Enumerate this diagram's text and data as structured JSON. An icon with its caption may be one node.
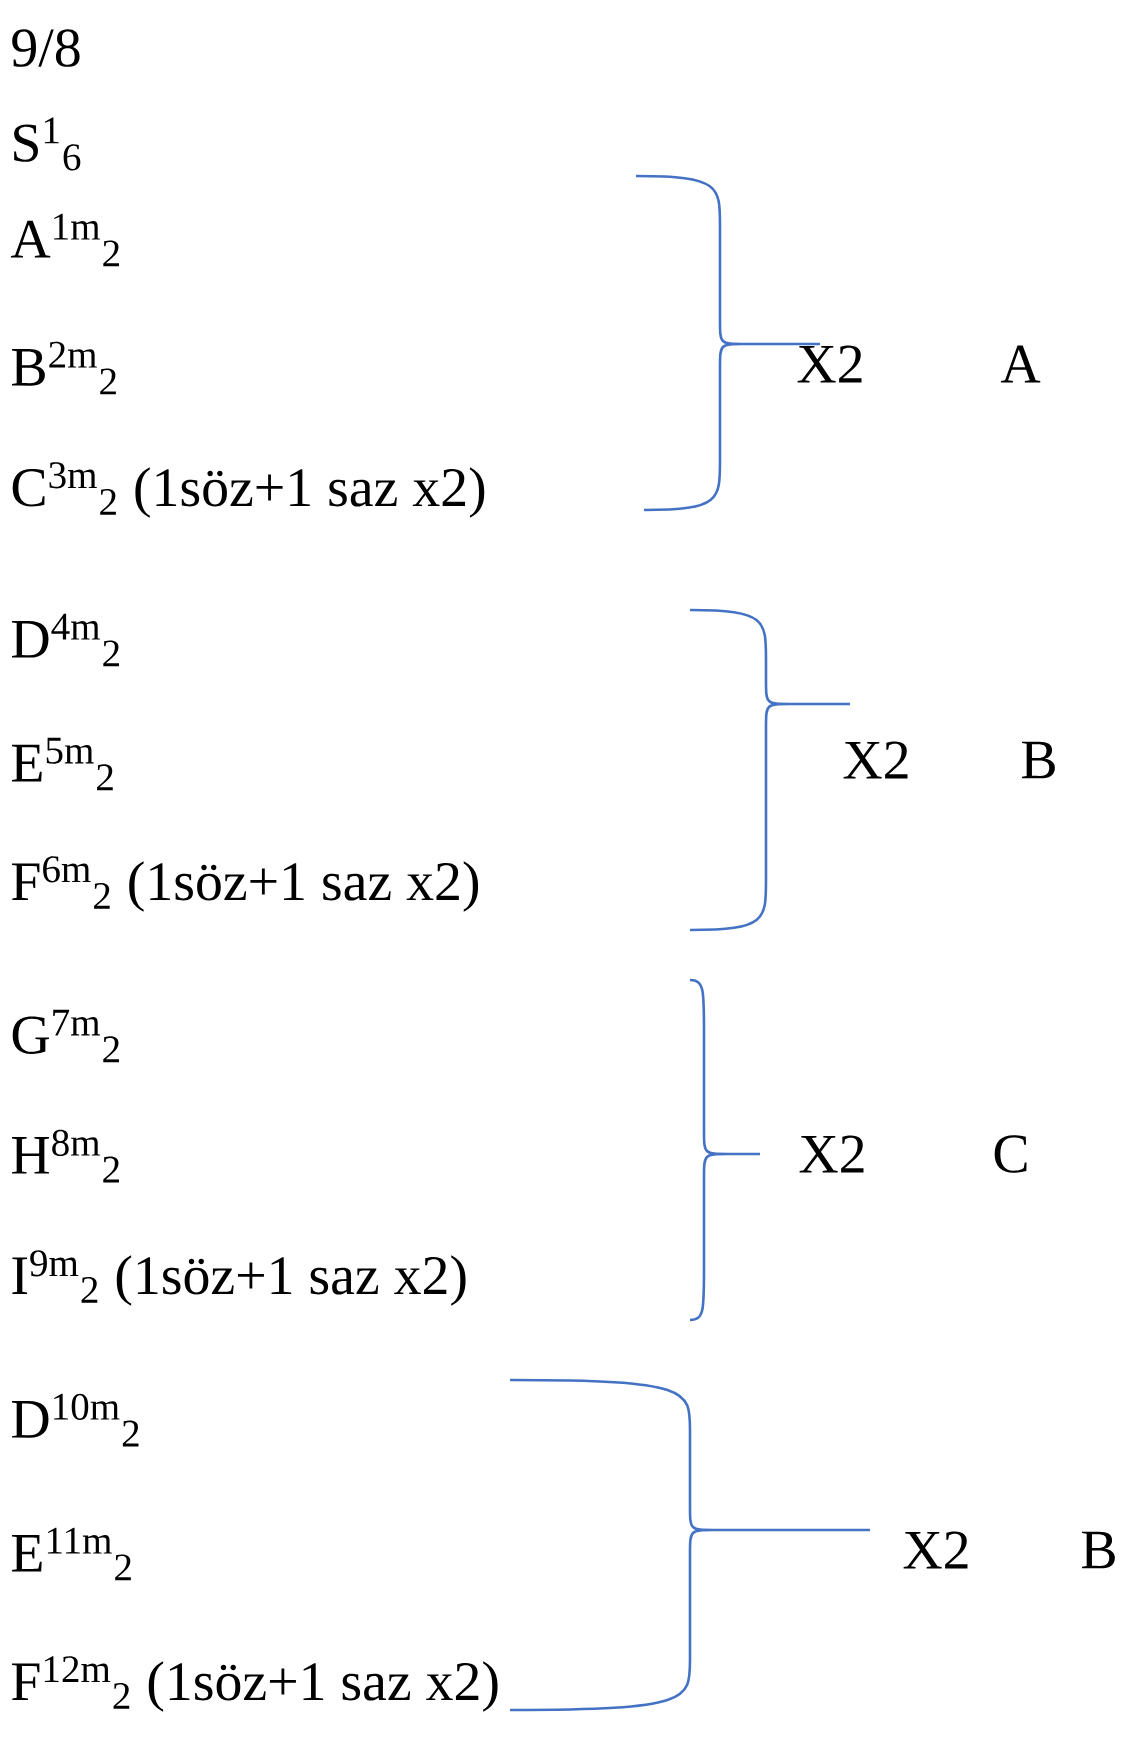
{
  "diagram": {
    "labels": [
      "9/8",
      "S$^{1}$$_{6}$",
      "A$^{1m}$$_{2}$",
      "B$^{2m}$$_{2}$",
      "X2",
      "A",
      "C$^{3m}$$_{2}$ (1söz+1 saz x2)",
      "D$^{4m}$$_{2}$",
      "E$^{5m}$$_{2}$",
      "X2",
      "B",
      "F$^{6m}$$_{2}$ (1söz+1 saz x2)",
      "G$^{7m}$$_{2}$",
      "H$^{8m}$$_{2}$",
      "X2",
      "C",
      "I$^{9m}$$_{2}$ (1söz+1 saz x2)",
      "D$^{10m}$$_{2}$",
      "E$^{11m}$$_{2}$",
      "X2",
      "B",
      "F$^{12m}$$_{2}$ (1söz+1 saz x2)"
    ]
  }
}
